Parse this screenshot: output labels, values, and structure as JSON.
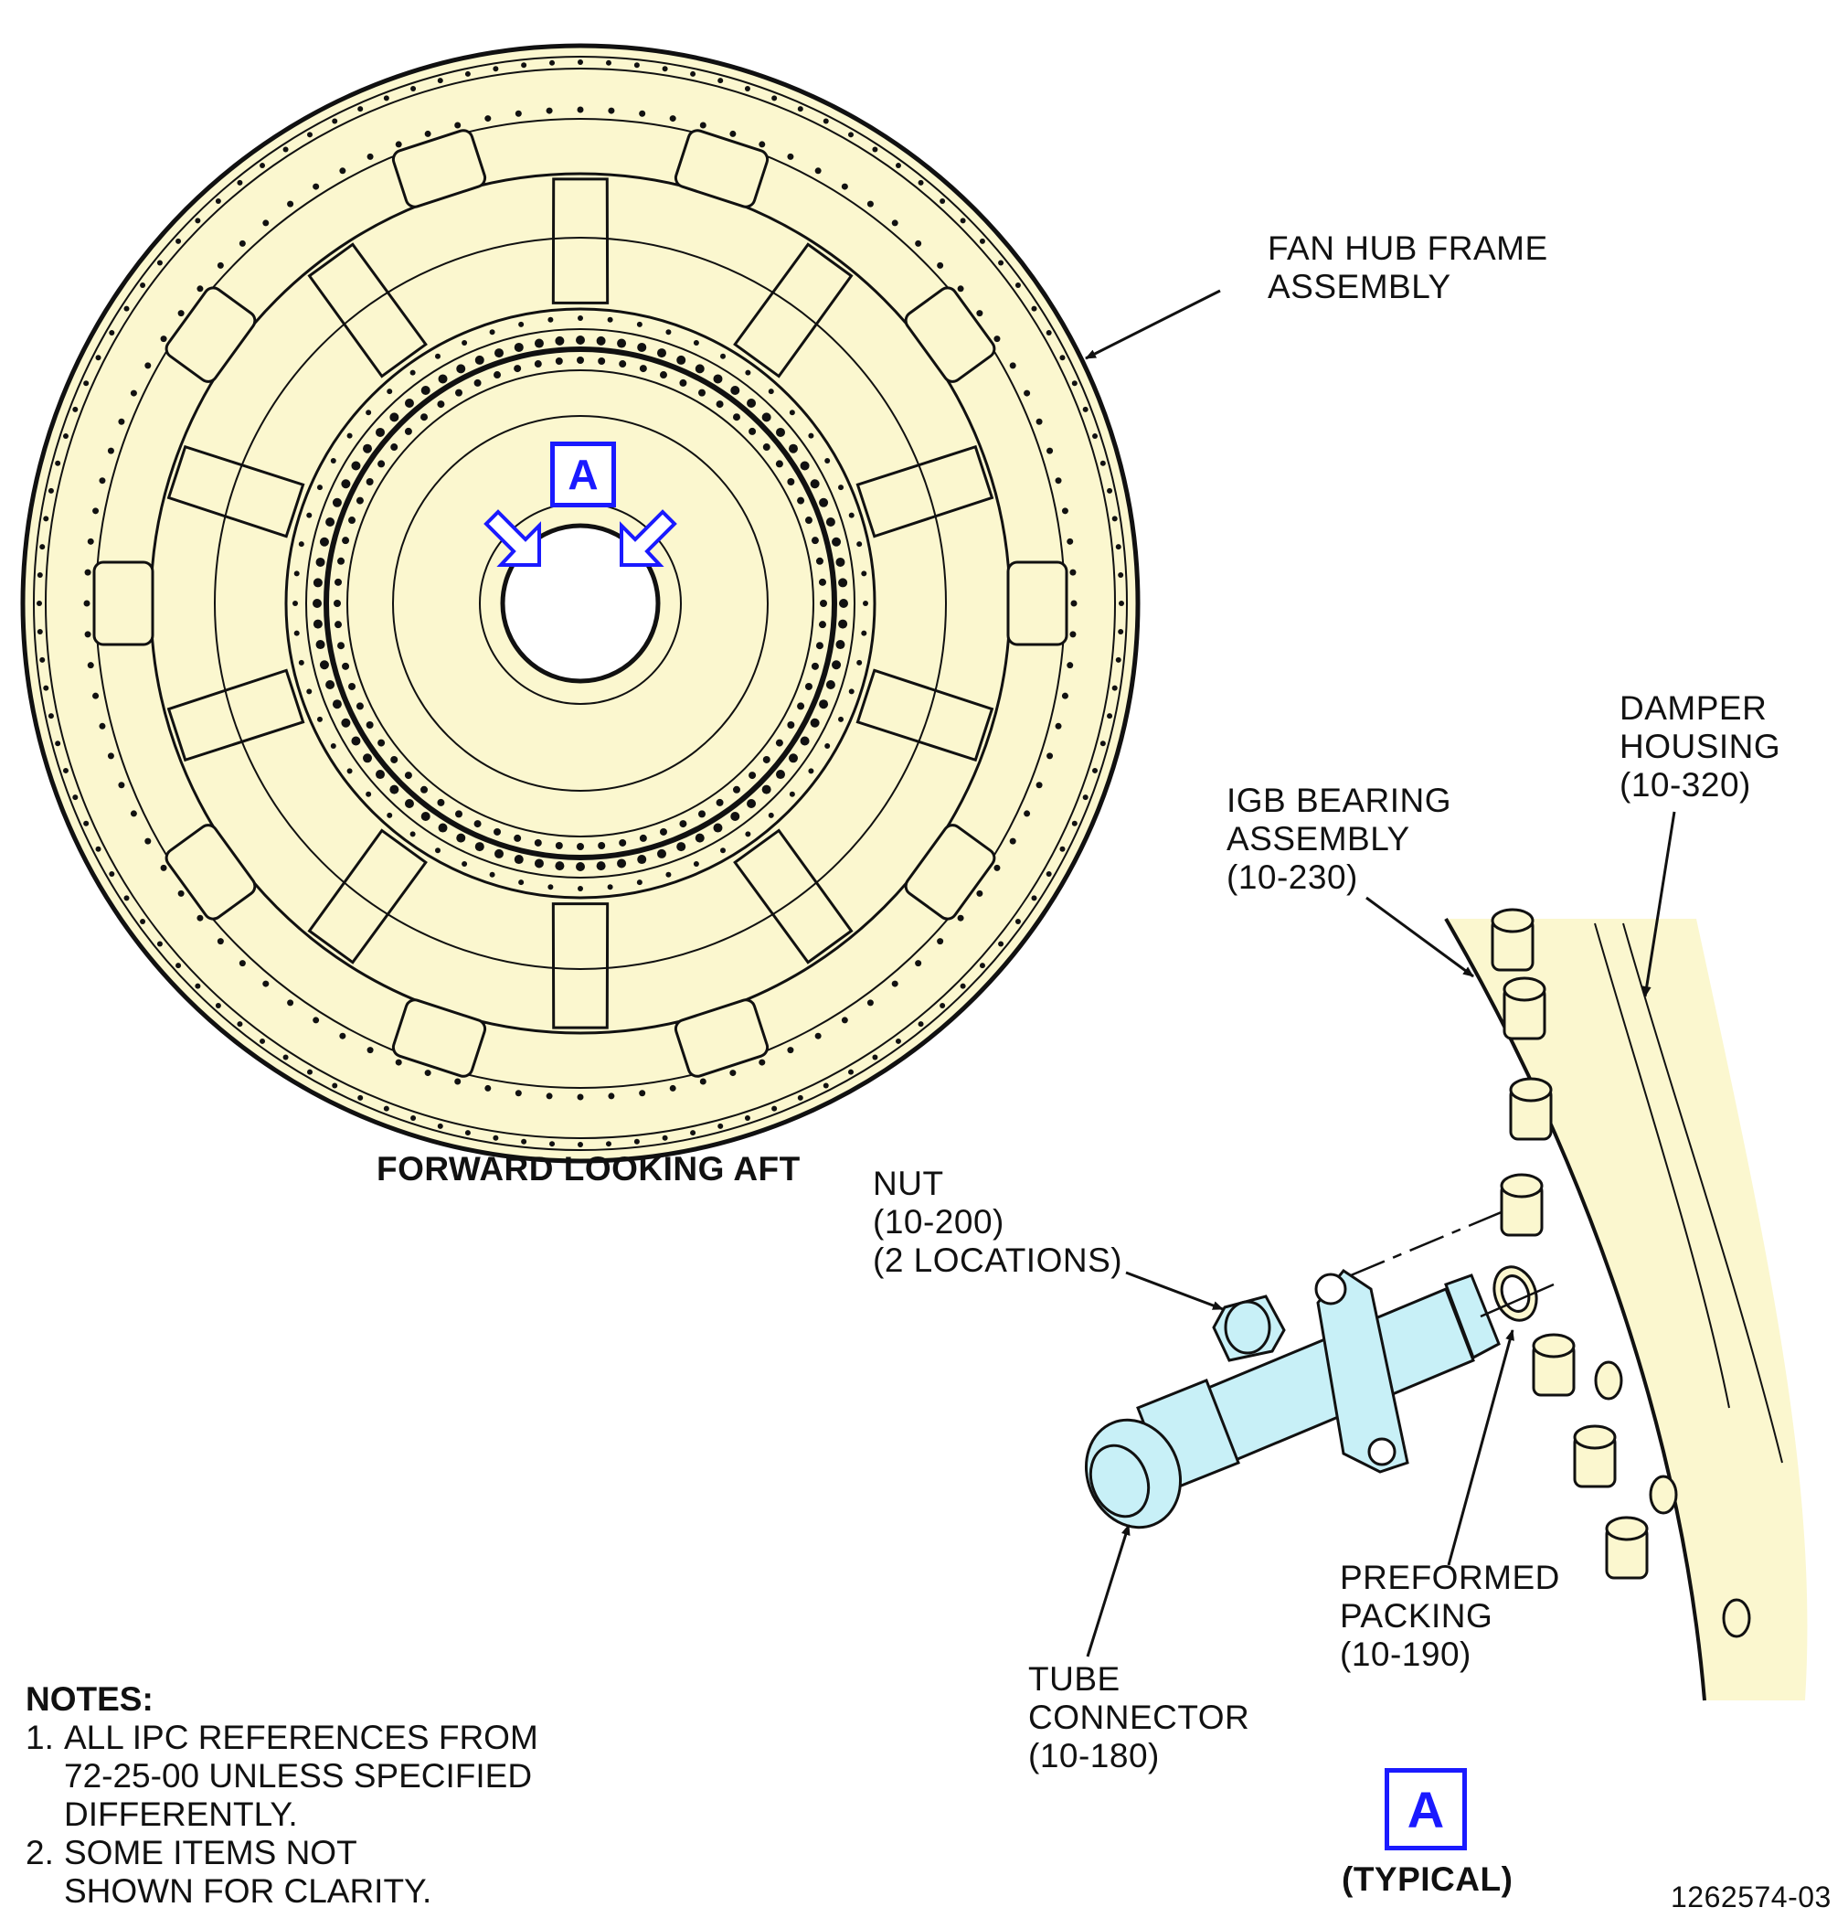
{
  "labels": {
    "fan_hub": "FAN HUB FRAME\nASSEMBLY",
    "view_caption": "FORWARD LOOKING AFT",
    "damper": "DAMPER\nHOUSING\n(10-320)",
    "igb": "IGB BEARING\nASSEMBLY\n(10-230)",
    "nut": "NUT\n(10-200)\n(2 LOCATIONS)",
    "packing": "PREFORMED\nPACKING\n(10-190)",
    "tube": "TUBE\nCONNECTOR\n(10-180)",
    "detail_ref": "A",
    "detail_ref_main": "A",
    "typical": "(TYPICAL)",
    "figure_id": "1262574-03"
  },
  "notes": {
    "title": "NOTES:",
    "items": [
      {
        "num": "1.",
        "text": "ALL IPC REFERENCES FROM\n72-25-00 UNLESS SPECIFIED\nDIFFERENTLY."
      },
      {
        "num": "2.",
        "text": "SOME ITEMS NOT\nSHOWN FOR CLARITY."
      }
    ]
  },
  "colors": {
    "part_fill": "#fbf7cf",
    "tube_fill": "#c8f0f7",
    "callout_blue": "#1a1aff",
    "line": "#111111"
  }
}
